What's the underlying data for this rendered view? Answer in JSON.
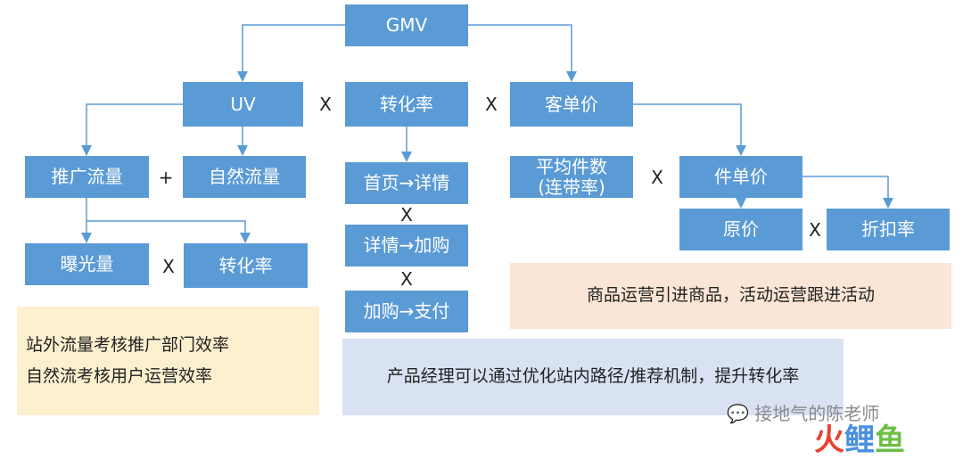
{
  "boxes": {
    "gmv": "GMV",
    "uv": "UV",
    "conversion_rate_top": "转化率",
    "aov": "客单价",
    "promo_traffic": "推广流量",
    "natural_traffic": "自然流量",
    "home_to_detail": "首页→详情",
    "detail_to_cart": "详情→加购",
    "cart_to_pay": "加购→支付",
    "items_per_order_line1": "平均件数",
    "items_per_order_line2": "(连带率)",
    "unit_price": "件单价",
    "exposure": "曝光量",
    "conversion_rate_promo": "转化率",
    "original_price": "原价",
    "discount_rate": "折扣率"
  },
  "operators": {
    "uv_x_rate": "X",
    "rate_x_aov": "X",
    "promo_plus_natural": "+",
    "step1_x_step2": "X",
    "step2_x_step3": "X",
    "items_x_unit": "X",
    "exposure_x_rate": "X",
    "price_x_discount": "X"
  },
  "notes": {
    "traffic_line1": "站外流量考核推广部门效率",
    "traffic_line2": "自然流考核用户运营效率",
    "product_manager": "产品经理可以通过优化站内路径/推荐机制，提升转化率",
    "operations": "商品运营引进商品，活动运营跟进活动"
  },
  "watermark": {
    "text": "接地气的陈老师",
    "logo": "火鲤鱼"
  },
  "colors": {
    "box": "#5b9bd5",
    "yellow_note": "#fdf0cf",
    "blue_note": "#d9e2f3",
    "peach_note": "#fbe5d6"
  }
}
